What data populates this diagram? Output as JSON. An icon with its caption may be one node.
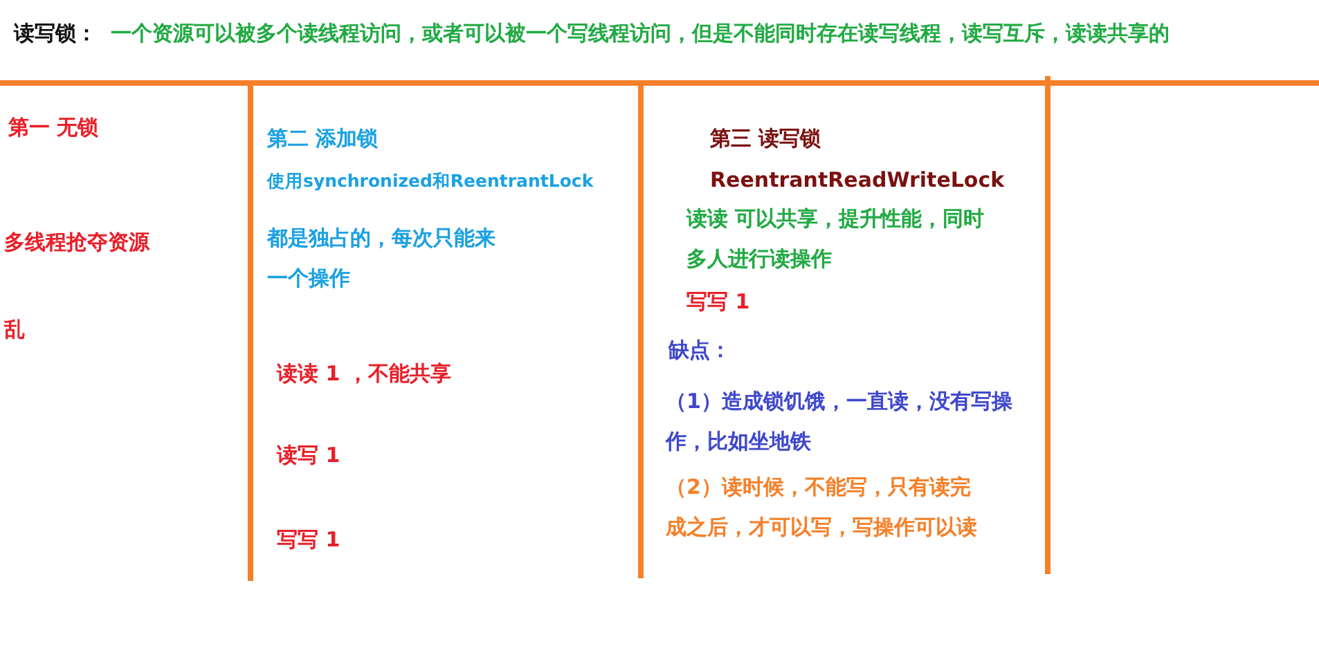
{
  "diagram": {
    "labels": [
      "读写锁：",
      "一个资源可以被多个读线程访问，或者可以被一个写线程访问，但是不能同时存在读写线程，读写互斥，读读共享的",
      "第一 无锁",
      "多线程抢夺资源",
      "乱",
      "第二 添加锁",
      "使用synchronized和ReentrantLock",
      "都是独占的，每次只能来一个操作",
      "读读  1 ，不能共享",
      "读写  1",
      "写写  1",
      "第三  读写锁",
      "ReentrantReadWriteLock",
      "读读 可以共享，提升性能，同时多人进行读操作",
      "写写 1",
      "缺点：",
      "（1）造成锁饥饿，一直读，没有写操作，比如坐地铁",
      "（2）读时候，不能写，只有读完成之后，才可以写，写操作可以读"
    ]
  }
}
